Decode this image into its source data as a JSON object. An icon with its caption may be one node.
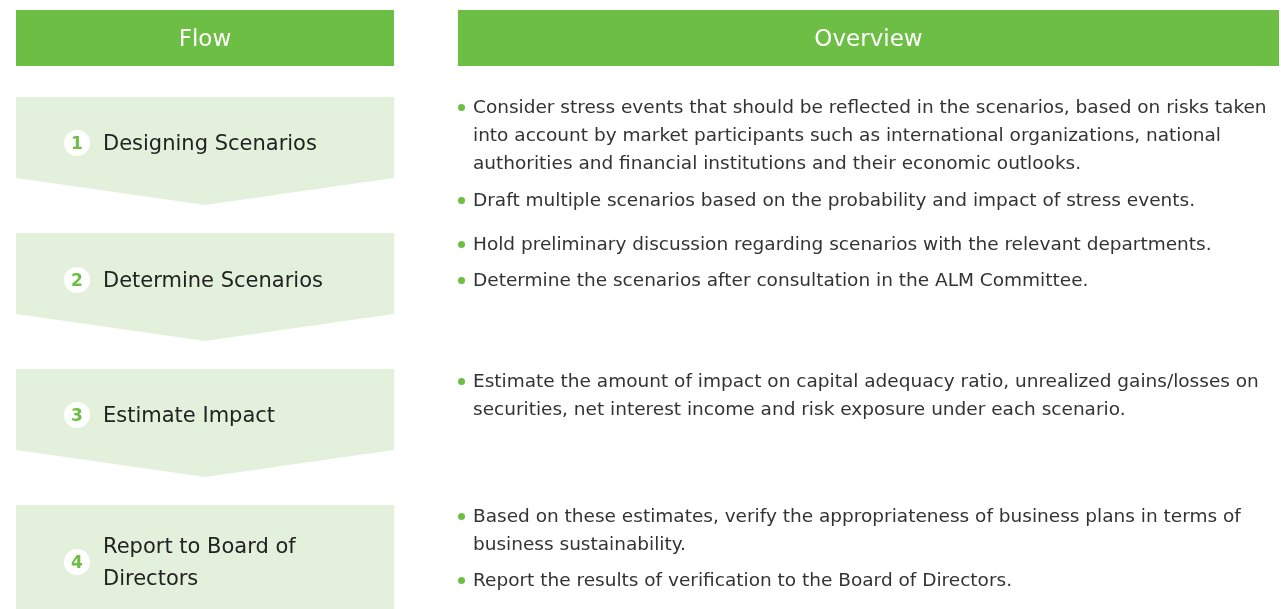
{
  "diagram": {
    "nodes": [
      {
        "text": [
          "Flow"
        ]
      },
      {
        "text": [
          "Overview"
        ]
      },
      {
        "text": [
          "Designing Scenarios"
        ]
      },
      {
        "text": [
          "1"
        ],
        "in": 2
      },
      {
        "text": [
          "Determine Scenarios"
        ]
      },
      {
        "text": [
          "2"
        ],
        "in": 4
      },
      {
        "text": [
          "Estimate Impact"
        ]
      },
      {
        "text": [
          "3"
        ],
        "in": 6
      },
      {
        "text": [
          "Report to Board of Directors"
        ]
      },
      {
        "text": [
          "4"
        ],
        "in": 8
      }
    ],
    "edges": [],
    "labels": [
      "Consider stress events that should be reflected in the scenarios, based on risks taken into account by market participants such as international organizations, national authorities and financial institutions and their economic outlooks.",
      "Draft multiple scenarios based on the probability and impact of stress events.",
      "Hold preliminary discussion regarding scenarios with the relevant departments.",
      "Determine the scenarios after consultation in the ALM Committee.",
      "Estimate the amount of impact on capital adequacy ratio, unrealized gains/losses on securities, net interest income and risk exposure under each scenario.",
      "Based on these estimates, verify the appropriateness of business plans in terms of business sustainability.",
      "Report the results of verification to the Board of Directors."
    ]
  }
}
